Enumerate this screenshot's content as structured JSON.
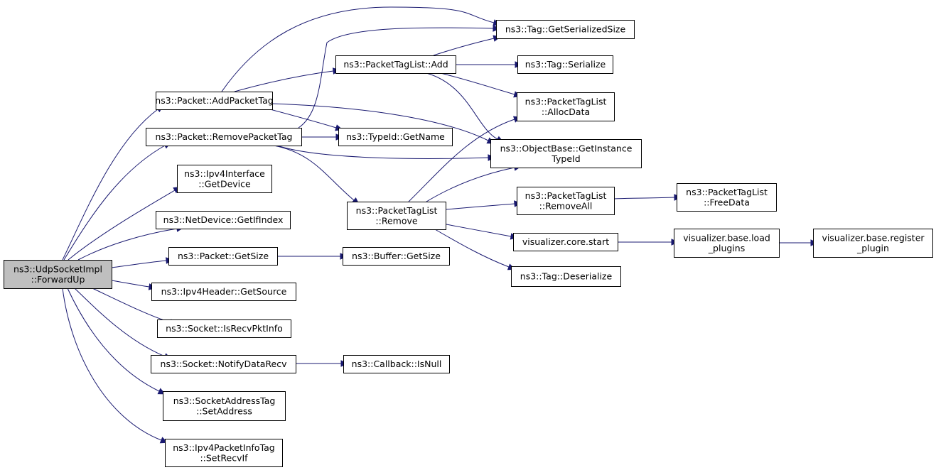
{
  "colors": {
    "edge": "#191970",
    "node_border": "#000000",
    "node_fill": "#ffffff",
    "root_fill": "#bfbfbf"
  },
  "nodes": [
    {
      "id": "forwardup",
      "lines": [
        "ns3::UdpSocketImpl",
        "::ForwardUp"
      ],
      "root": true
    },
    {
      "id": "addpackettag",
      "lines": [
        "ns3::Packet::AddPacketTag"
      ]
    },
    {
      "id": "removepackettag",
      "lines": [
        "ns3::Packet::RemovePacketTag"
      ]
    },
    {
      "id": "ipv4if_getdevice",
      "lines": [
        "ns3::Ipv4Interface",
        "::GetDevice"
      ]
    },
    {
      "id": "getifindex",
      "lines": [
        "ns3::NetDevice::GetIfIndex"
      ]
    },
    {
      "id": "packet_getsize",
      "lines": [
        "ns3::Packet::GetSize"
      ]
    },
    {
      "id": "getsource",
      "lines": [
        "ns3::Ipv4Header::GetSource"
      ]
    },
    {
      "id": "isrecvpktinfo",
      "lines": [
        "ns3::Socket::IsRecvPktInfo"
      ]
    },
    {
      "id": "notifydatarecv",
      "lines": [
        "ns3::Socket::NotifyDataRecv"
      ]
    },
    {
      "id": "setaddress",
      "lines": [
        "ns3::SocketAddressTag",
        "::SetAddress"
      ]
    },
    {
      "id": "setrecvif",
      "lines": [
        "ns3::Ipv4PacketInfoTag",
        "::SetRecvIf"
      ]
    },
    {
      "id": "ptl_add",
      "lines": [
        "ns3::PacketTagList::Add"
      ]
    },
    {
      "id": "typeid_getname",
      "lines": [
        "ns3::TypeId::GetName"
      ]
    },
    {
      "id": "ptl_remove",
      "lines": [
        "ns3::PacketTagList",
        "::Remove"
      ]
    },
    {
      "id": "buffer_getsize",
      "lines": [
        "ns3::Buffer::GetSize"
      ]
    },
    {
      "id": "callback_isnull",
      "lines": [
        "ns3::Callback::IsNull"
      ]
    },
    {
      "id": "tag_getserializedsize",
      "lines": [
        "ns3::Tag::GetSerializedSize"
      ]
    },
    {
      "id": "tag_serialize",
      "lines": [
        "ns3::Tag::Serialize"
      ]
    },
    {
      "id": "ptl_allocdata",
      "lines": [
        "ns3::PacketTagList",
        "::AllocData"
      ]
    },
    {
      "id": "getinstancetypeid",
      "lines": [
        "ns3::ObjectBase::GetInstance",
        "TypeId"
      ]
    },
    {
      "id": "ptl_removeall",
      "lines": [
        "ns3::PacketTagList",
        "::RemoveAll"
      ]
    },
    {
      "id": "vis_core_start",
      "lines": [
        "visualizer.core.start"
      ]
    },
    {
      "id": "tag_deserialize",
      "lines": [
        "ns3::Tag::Deserialize"
      ]
    },
    {
      "id": "ptl_freedata",
      "lines": [
        "ns3::PacketTagList",
        "::FreeData"
      ]
    },
    {
      "id": "vis_load_plugins",
      "lines": [
        "visualizer.base.load",
        "_plugins"
      ]
    },
    {
      "id": "vis_register_plugin",
      "lines": [
        "visualizer.base.register",
        "_plugin"
      ]
    }
  ],
  "edges": [
    {
      "from": "forwardup",
      "to": "addpackettag"
    },
    {
      "from": "forwardup",
      "to": "removepackettag"
    },
    {
      "from": "forwardup",
      "to": "ipv4if_getdevice"
    },
    {
      "from": "forwardup",
      "to": "getifindex"
    },
    {
      "from": "forwardup",
      "to": "packet_getsize"
    },
    {
      "from": "forwardup",
      "to": "getsource"
    },
    {
      "from": "forwardup",
      "to": "isrecvpktinfo"
    },
    {
      "from": "forwardup",
      "to": "notifydatarecv"
    },
    {
      "from": "forwardup",
      "to": "setaddress"
    },
    {
      "from": "forwardup",
      "to": "setrecvif"
    },
    {
      "from": "addpackettag",
      "to": "tag_getserializedsize"
    },
    {
      "from": "addpackettag",
      "to": "ptl_add"
    },
    {
      "from": "addpackettag",
      "to": "typeid_getname"
    },
    {
      "from": "addpackettag",
      "to": "getinstancetypeid"
    },
    {
      "from": "removepackettag",
      "to": "tag_getserializedsize"
    },
    {
      "from": "removepackettag",
      "to": "typeid_getname"
    },
    {
      "from": "removepackettag",
      "to": "getinstancetypeid"
    },
    {
      "from": "removepackettag",
      "to": "ptl_remove"
    },
    {
      "from": "ptl_add",
      "to": "tag_getserializedsize"
    },
    {
      "from": "ptl_add",
      "to": "tag_serialize"
    },
    {
      "from": "ptl_add",
      "to": "ptl_allocdata"
    },
    {
      "from": "ptl_add",
      "to": "getinstancetypeid"
    },
    {
      "from": "ptl_remove",
      "to": "ptl_allocdata"
    },
    {
      "from": "ptl_remove",
      "to": "getinstancetypeid"
    },
    {
      "from": "ptl_remove",
      "to": "ptl_removeall"
    },
    {
      "from": "ptl_remove",
      "to": "vis_core_start"
    },
    {
      "from": "ptl_remove",
      "to": "tag_deserialize"
    },
    {
      "from": "ptl_removeall",
      "to": "ptl_freedata"
    },
    {
      "from": "vis_core_start",
      "to": "vis_load_plugins"
    },
    {
      "from": "vis_load_plugins",
      "to": "vis_register_plugin"
    },
    {
      "from": "packet_getsize",
      "to": "buffer_getsize"
    },
    {
      "from": "notifydatarecv",
      "to": "callback_isnull"
    }
  ]
}
